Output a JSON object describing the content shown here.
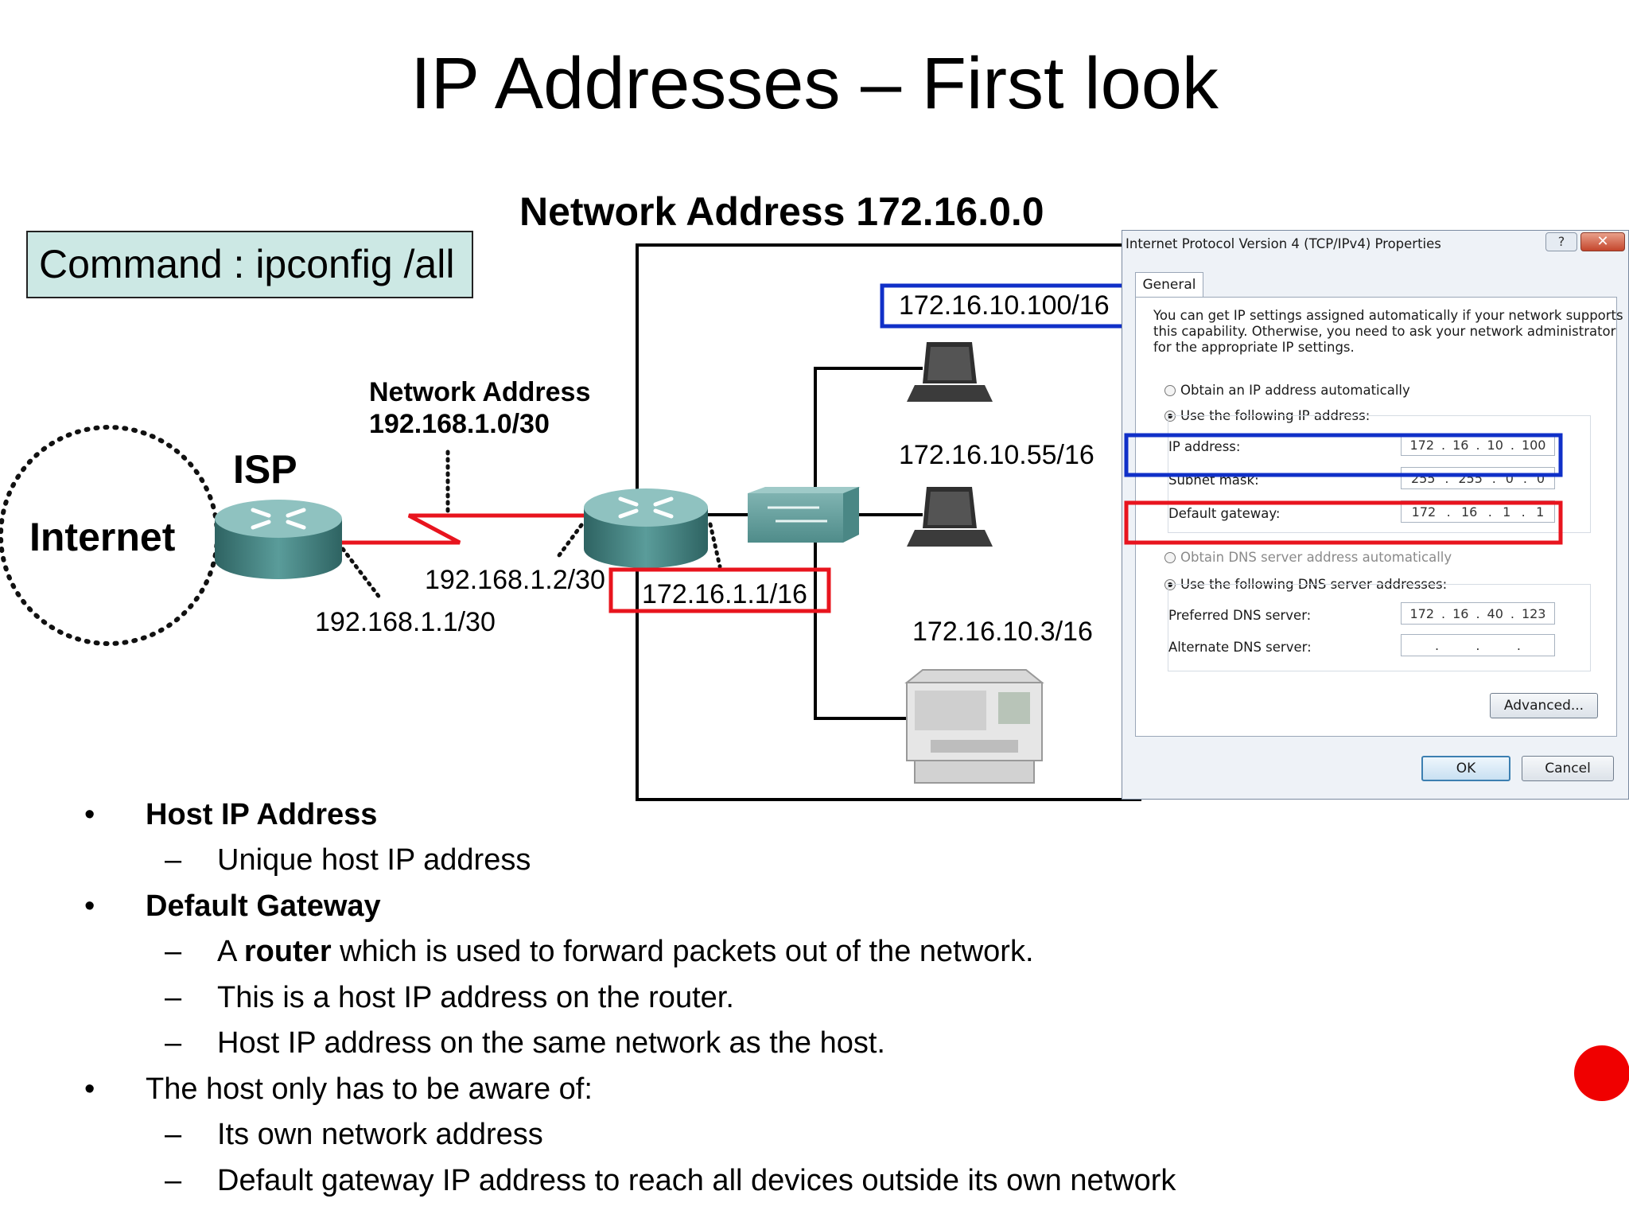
{
  "title": "IP Addresses – First look",
  "command": "Command : ipconfig /all",
  "diagram": {
    "network_address_heading": "Network Address 172.16.0.0",
    "wan_network_label": "Network Address",
    "wan_network_value": "192.168.1.0/30",
    "isp_label": "ISP",
    "internet_label": "Internet",
    "isp_ip": "192.168.1.1/30",
    "router_wan_ip": "192.168.1.2/30",
    "router_lan_ip": "172.16.1.1/16",
    "host1_ip": "172.16.10.100/16",
    "host2_ip": "172.16.10.55/16",
    "printer_ip": "172.16.10.3/16"
  },
  "dialog": {
    "title": "Internet Protocol Version 4 (TCP/IPv4) Properties",
    "help_glyph": "?",
    "close_glyph": "✕",
    "tab": "General",
    "intro_lines": [
      "You can get IP settings assigned automatically if your network supports",
      "this capability. Otherwise, you need to ask your network administrator",
      "for the appropriate IP settings."
    ],
    "radio_auto_ip": "Obtain an IP address automatically",
    "radio_manual_ip": "Use the following IP address:",
    "ip_label": "IP address:",
    "ip_value": [
      "172",
      "16",
      "10",
      "100"
    ],
    "mask_label": "Subnet mask:",
    "mask_value": [
      "255",
      "255",
      "0",
      "0"
    ],
    "gateway_label": "Default gateway:",
    "gateway_value": [
      "172",
      "16",
      "1",
      "1"
    ],
    "radio_auto_dns": "Obtain DNS server address automatically",
    "radio_manual_dns": "Use the following DNS server addresses:",
    "pref_dns_label": "Preferred DNS server:",
    "pref_dns_value": [
      "172",
      "16",
      "40",
      "123"
    ],
    "alt_dns_label": "Alternate DNS server:",
    "advanced_button": "Advanced...",
    "ok_button": "OK",
    "cancel_button": "Cancel"
  },
  "bullets": [
    {
      "level": 1,
      "bold": true,
      "text": "Host IP Address"
    },
    {
      "level": 2,
      "text": "Unique host IP address"
    },
    {
      "level": 1,
      "bold": true,
      "text": "Default Gateway"
    },
    {
      "level": 2,
      "pre": "A ",
      "bold_word": "router",
      "text": " which is used to forward packets out of the network."
    },
    {
      "level": 2,
      "text": "This is a host IP address on the router."
    },
    {
      "level": 2,
      "text": "Host IP address on the same network as the host."
    },
    {
      "level": 1,
      "text": "The host only has to be aware of:"
    },
    {
      "level": 2,
      "text": "Its own network address"
    },
    {
      "level": 2,
      "text": "Default gateway IP address to reach all devices outside its own network"
    }
  ],
  "bullet_glyph": "•",
  "dash_glyph": "–",
  "colors": {
    "highlight_red": "#e8141e",
    "highlight_blue": "#1030c8",
    "router": "#3f7d7c",
    "link_red": "#e8141e"
  }
}
